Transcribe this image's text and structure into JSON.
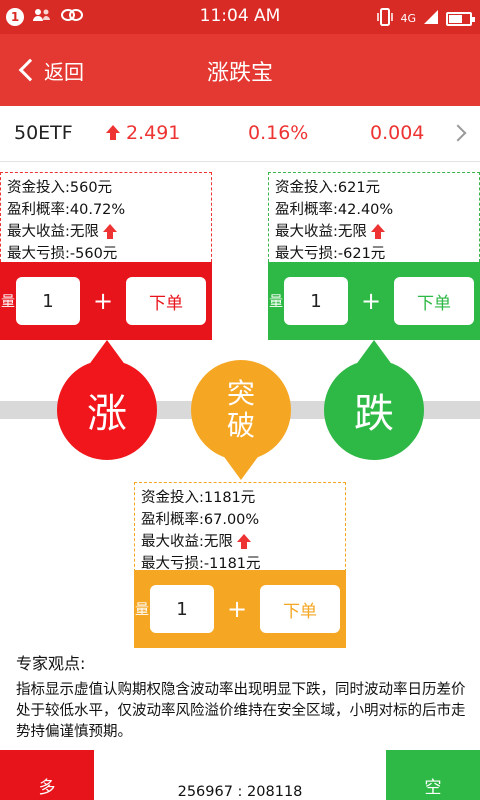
{
  "status_bar": {
    "notification_count": "1",
    "time": "11:04 AM",
    "network": "4G"
  },
  "header": {
    "back_label": "返回",
    "title": "涨跌宝"
  },
  "quote": {
    "code": "50ETF",
    "price": "2.491",
    "change_pct": "0.16%",
    "change": "0.004"
  },
  "plans": {
    "up": {
      "invest": "资金投入:560元",
      "win_rate": "盈利概率:40.72%",
      "max_gain": "最大收益:无限",
      "max_loss": "最大亏损:-560元",
      "bubble": "涨",
      "qty_label": "量",
      "qty": "1",
      "plus": "+",
      "order": "下单"
    },
    "down": {
      "invest": "资金投入:621元",
      "win_rate": "盈利概率:42.40%",
      "max_gain": "最大收益:无限",
      "max_loss": "最大亏损:-621元",
      "bubble": "跌",
      "qty_label": "量",
      "qty": "1",
      "plus": "+",
      "order": "下单"
    },
    "breakout": {
      "invest": "资金投入:1181元",
      "win_rate": "盈利概率:67.00%",
      "max_gain": "最大收益:无限",
      "max_loss": "最大亏损:-1181元",
      "bubble_line1": "突",
      "bubble_line2": "破",
      "qty_label": "量",
      "qty": "1",
      "plus": "+",
      "order": "下单"
    }
  },
  "expert": {
    "title": "专家观点:",
    "text": "指标显示虚值认购期权隐含波动率出现明显下跌，同时波动率日历差价处于较低水平，仅波动率风险溢价维持在安全区域，小明对标的后市走势持偏谨慎预期。"
  },
  "bottom": {
    "long_label": "多",
    "short_label": "空",
    "ratio": "256967 : 208118"
  },
  "colors": {
    "red": "#e8141b",
    "green": "#2eb845",
    "orange": "#f5a623",
    "header": "#e43832"
  }
}
